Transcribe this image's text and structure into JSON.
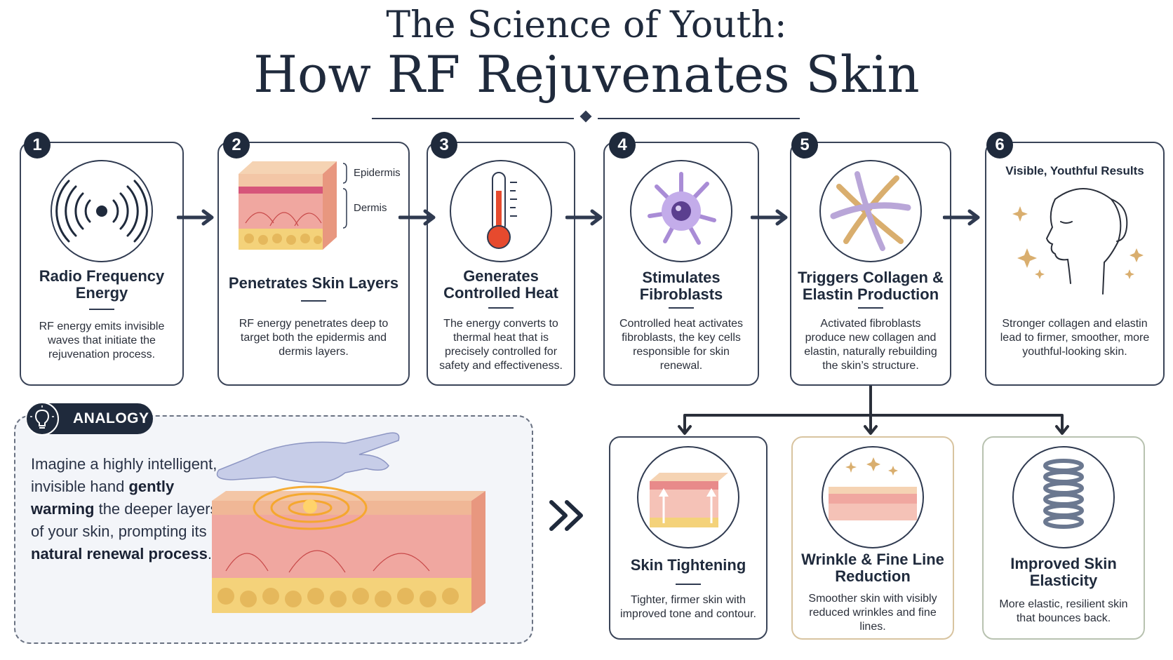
{
  "header": {
    "title_line1": "The Science of Youth:",
    "title_line2": "How RF Rejuvenates Skin"
  },
  "steps": [
    {
      "number": "1",
      "title": "Radio Frequency Energy",
      "description": "RF energy emits invisible waves that initiate the rejuvenation process.",
      "icon": "radio-waves-icon"
    },
    {
      "number": "2",
      "title": "Penetrates Skin Layers",
      "description": "RF energy penetrates deep to target both the epidermis and dermis layers.",
      "icon": "skin-layers-icon",
      "labels": [
        "Epidermis",
        "Dermis"
      ]
    },
    {
      "number": "3",
      "title": "Generates Controlled Heat",
      "description": "The energy converts to thermal heat that is precisely controlled for safety and effectiveness.",
      "icon": "thermometer-icon"
    },
    {
      "number": "4",
      "title": "Stimulates Fibroblasts",
      "description": "Controlled heat activates fibroblasts, the key cells responsible for skin renewal.",
      "icon": "fibroblast-cell-icon"
    },
    {
      "number": "5",
      "title": "Triggers Collagen & Elastin Production",
      "description": "Activated fibroblasts produce new collagen and elastin, naturally rebuilding the skin’s structure.",
      "icon": "collagen-fibers-icon"
    },
    {
      "number": "6",
      "title": "Visible, Youthful Results",
      "description": "Stronger collagen and elastin lead to firmer, smoother, more youthful-looking skin.",
      "icon": "face-profile-icon"
    }
  ],
  "analogy": {
    "label": "ANALOGY",
    "text_parts": [
      "Imagine a highly intelligent, invisible hand ",
      "gently warming",
      " the deeper layers of your skin, prompting its ",
      "natural renewal process",
      "."
    ]
  },
  "results": [
    {
      "title": "Skin Tightening",
      "description": "Tighter, firmer skin with improved tone and contour.",
      "icon": "skin-tightening-icon"
    },
    {
      "title": "Wrinkle & Fine Line Reduction",
      "description": "Smoother skin with visibly reduced wrinkles and fine lines.",
      "icon": "smooth-skin-icon"
    },
    {
      "title": "Improved Skin Elasticity",
      "description": "More elastic, resilient skin that bounces back.",
      "icon": "spring-icon"
    }
  ],
  "colors": {
    "navy": "#1f2a3c",
    "heat": "#e64a2e",
    "cell": "#a98cd6",
    "collagen": "#d9ae6e",
    "skin": "#f0a7a0"
  }
}
